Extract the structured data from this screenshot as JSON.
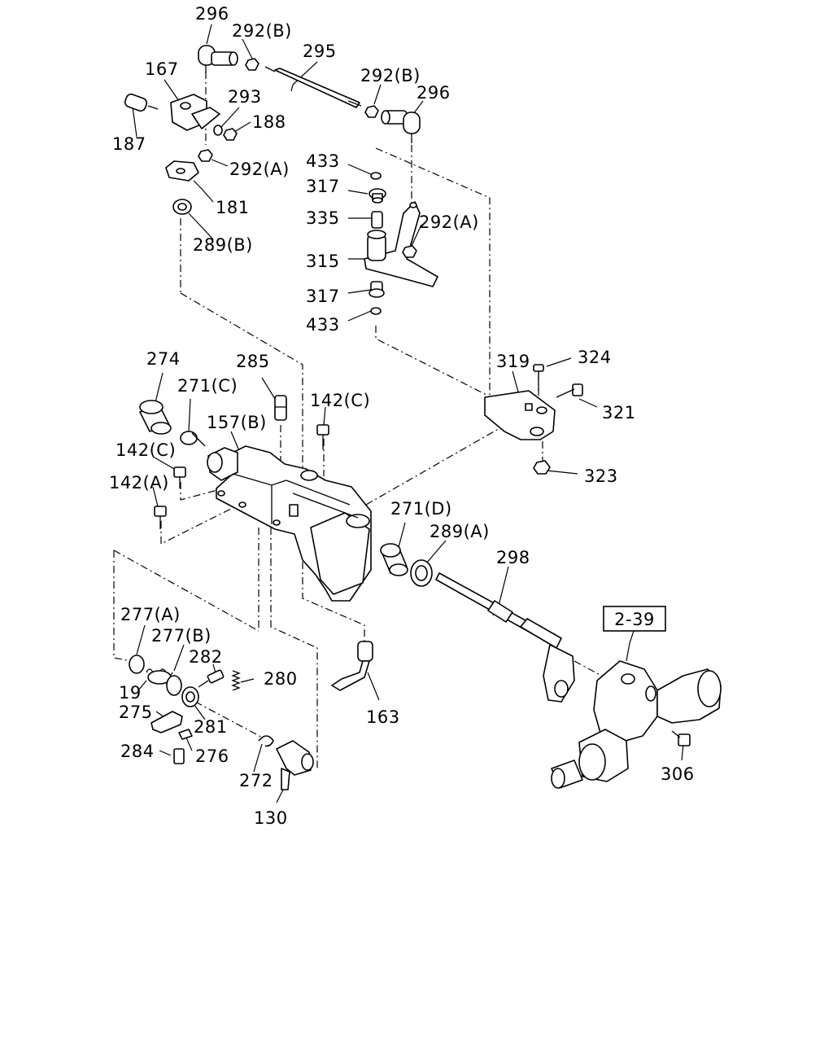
{
  "callouts": [
    {
      "id": "c296a",
      "text": "296"
    },
    {
      "id": "c292ba",
      "text": "292(B)"
    },
    {
      "id": "c295",
      "text": "295"
    },
    {
      "id": "c292bb",
      "text": "292(B)"
    },
    {
      "id": "c296b",
      "text": "296"
    },
    {
      "id": "c167",
      "text": "167"
    },
    {
      "id": "c293",
      "text": "293"
    },
    {
      "id": "c188",
      "text": "188"
    },
    {
      "id": "c187",
      "text": "187"
    },
    {
      "id": "c292aa",
      "text": "292(A)"
    },
    {
      "id": "c181",
      "text": "181"
    },
    {
      "id": "c289b",
      "text": "289(B)"
    },
    {
      "id": "c433a",
      "text": "433"
    },
    {
      "id": "c317a",
      "text": "317"
    },
    {
      "id": "c335",
      "text": "335"
    },
    {
      "id": "c292ab",
      "text": "292(A)"
    },
    {
      "id": "c315",
      "text": "315"
    },
    {
      "id": "c317b",
      "text": "317"
    },
    {
      "id": "c433b",
      "text": "433"
    },
    {
      "id": "c274",
      "text": "274"
    },
    {
      "id": "c285",
      "text": "285"
    },
    {
      "id": "c271c",
      "text": "271(C)"
    },
    {
      "id": "c142ca",
      "text": "142(C)"
    },
    {
      "id": "c157b",
      "text": "157(B)"
    },
    {
      "id": "c142cb",
      "text": "142(C)"
    },
    {
      "id": "c142a",
      "text": "142(A)"
    },
    {
      "id": "c319",
      "text": "319"
    },
    {
      "id": "c324",
      "text": "324"
    },
    {
      "id": "c321",
      "text": "321"
    },
    {
      "id": "c323",
      "text": "323"
    },
    {
      "id": "c271d",
      "text": "271(D)"
    },
    {
      "id": "c289a",
      "text": "289(A)"
    },
    {
      "id": "c298",
      "text": "298"
    },
    {
      "id": "c277a",
      "text": "277(A)"
    },
    {
      "id": "c277b",
      "text": "277(B)"
    },
    {
      "id": "c282",
      "text": "282"
    },
    {
      "id": "c280",
      "text": "280"
    },
    {
      "id": "c19",
      "text": "19"
    },
    {
      "id": "c275",
      "text": "275"
    },
    {
      "id": "c281",
      "text": "281"
    },
    {
      "id": "c284",
      "text": "284"
    },
    {
      "id": "c276",
      "text": "276"
    },
    {
      "id": "c272",
      "text": "272"
    },
    {
      "id": "c130",
      "text": "130"
    },
    {
      "id": "c163",
      "text": "163"
    },
    {
      "id": "c306",
      "text": "306"
    }
  ],
  "reference_box": {
    "text": "2-39"
  }
}
